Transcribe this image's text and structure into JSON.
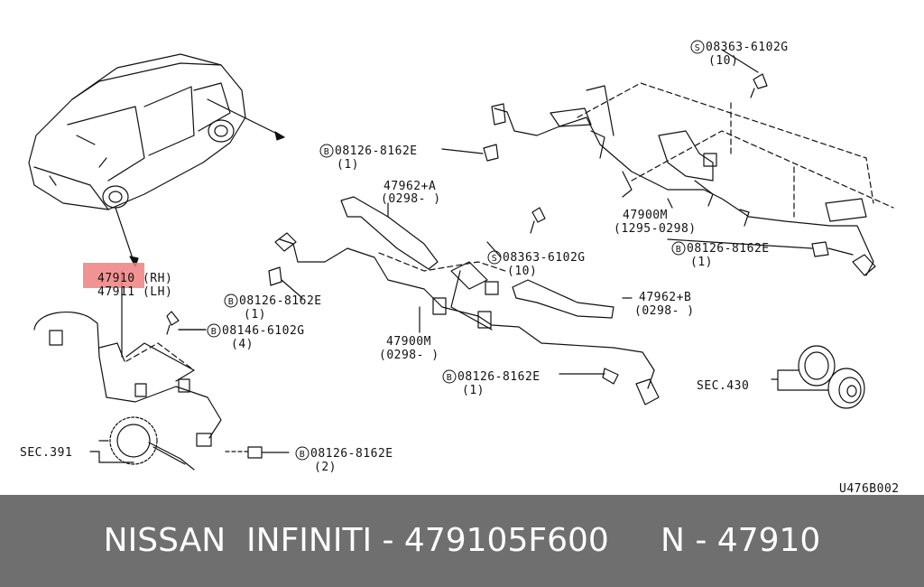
{
  "diagram": {
    "drawing_code": "U476B002",
    "highlight_color": "#f08080",
    "callouts": {
      "c47910": "47910 (RH)",
      "c47911": "47911 (LH)",
      "c08146": "08146-6102G",
      "c08146q": "(4)",
      "c08126_a": "08126-8162E",
      "c08126_aq": "(1)",
      "c47962a": "47962+A",
      "c47962a_d": "(0298-     )",
      "c08363_a": "08363-6102G",
      "c08363_aq": "(10)",
      "c08126_b": "08126-8162E",
      "c08126_bq": "(1)",
      "c08363_b": "08363-6102G",
      "c08363_bq": "(10)",
      "c47900m_a": "47900M",
      "c47900m_ad": "(1295-0298)",
      "c08126_c": "08126-8162E",
      "c08126_cq": "(1)",
      "c47962b": "47962+B",
      "c47962b_d": "(0298-     )",
      "c47900m_b": "47900M",
      "c47900m_bd": "(0298-     )",
      "c08126_d": "08126-8162E",
      "c08126_dq": "(1)",
      "csec430": "SEC.430",
      "csec391": "SEC.391",
      "c08126_e": "08126-8162E",
      "c08126_eq": "(2)"
    },
    "bolt_marker": "B",
    "screw_marker": "S"
  },
  "footer": {
    "text": "NISSAN  INFINITI - 479105F600     N - 47910"
  }
}
